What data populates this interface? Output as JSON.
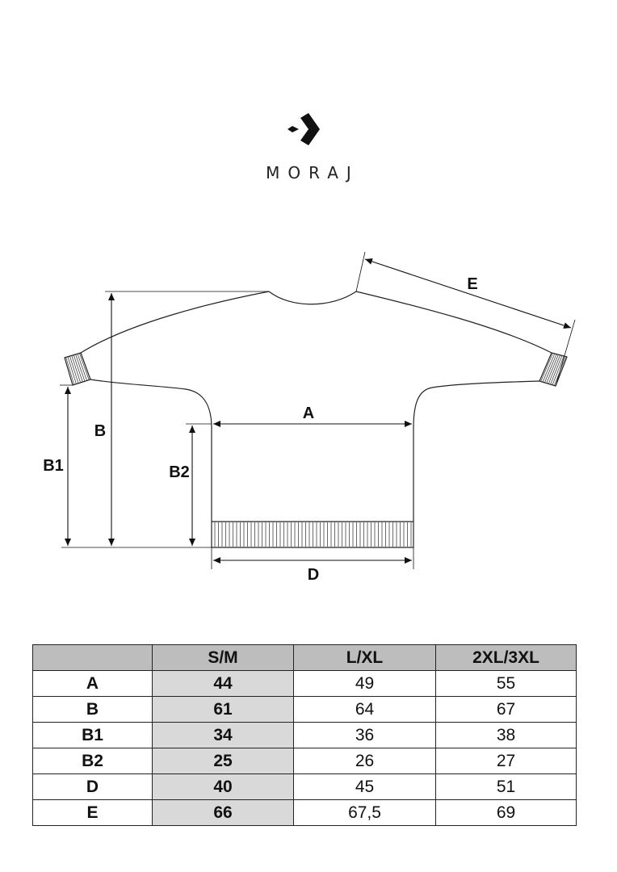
{
  "brand": {
    "name": "MORAJ"
  },
  "diagram": {
    "labels": {
      "a": "A",
      "b": "B",
      "b1": "B1",
      "b2": "B2",
      "d": "D",
      "e": "E"
    }
  },
  "size_table": {
    "header": [
      "",
      "S/M",
      "L/XL",
      "2XL/3XL"
    ],
    "rows": [
      {
        "label": "A",
        "values": [
          "44",
          "49",
          "55"
        ]
      },
      {
        "label": "B",
        "values": [
          "61",
          "64",
          "67"
        ]
      },
      {
        "label": "B1",
        "values": [
          "34",
          "36",
          "38"
        ]
      },
      {
        "label": "B2",
        "values": [
          "25",
          "26",
          "27"
        ]
      },
      {
        "label": "D",
        "values": [
          "40",
          "45",
          "51"
        ]
      },
      {
        "label": "E",
        "values": [
          "66",
          "67,5",
          "69"
        ]
      }
    ]
  }
}
